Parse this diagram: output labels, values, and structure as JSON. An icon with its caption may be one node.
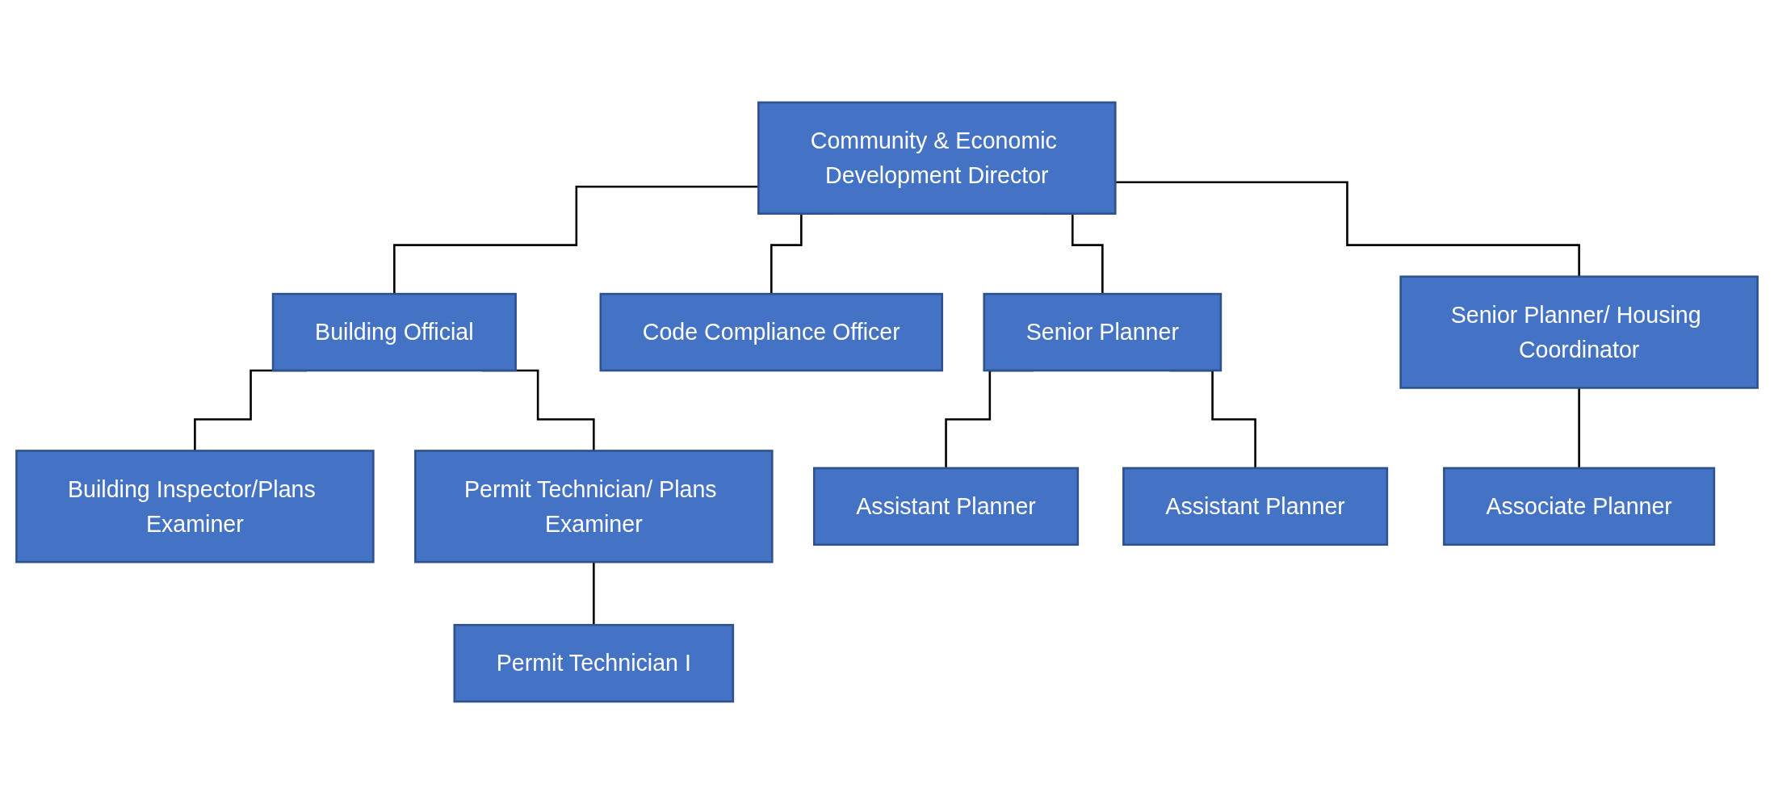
{
  "diagram": {
    "nodes": [
      {
        "text": [
          "Community & Economic Development Director"
        ]
      },
      {
        "text": [
          "Building Official"
        ]
      },
      {
        "text": [
          "Code Compliance Officer"
        ]
      },
      {
        "text": [
          "Senior Planner"
        ]
      },
      {
        "text": [
          "Senior Planner/ Housing Coordinator"
        ]
      },
      {
        "text": [
          "Building Inspector/Plans Examiner"
        ]
      },
      {
        "text": [
          "Permit Technician/ Plans Examiner"
        ]
      },
      {
        "text": [
          "Permit Technician I"
        ]
      },
      {
        "text": [
          "Assistant Planner"
        ]
      },
      {
        "text": [
          "Assistant Planner"
        ]
      },
      {
        "text": [
          "Associate Planner"
        ]
      }
    ],
    "edges": [
      {
        "from": 0,
        "to": 1,
        "arrow": "none"
      },
      {
        "from": 0,
        "to": 2,
        "arrow": "none"
      },
      {
        "from": 0,
        "to": 3,
        "arrow": "none"
      },
      {
        "from": 0,
        "to": 4,
        "arrow": "none"
      },
      {
        "from": 1,
        "to": 5,
        "arrow": "none"
      },
      {
        "from": 1,
        "to": 6,
        "arrow": "none"
      },
      {
        "from": 6,
        "to": 7,
        "arrow": "none"
      },
      {
        "from": 3,
        "to": 8,
        "arrow": "none"
      },
      {
        "from": 3,
        "to": 9,
        "arrow": "none"
      },
      {
        "from": 4,
        "to": 10,
        "arrow": "none"
      }
    ]
  }
}
